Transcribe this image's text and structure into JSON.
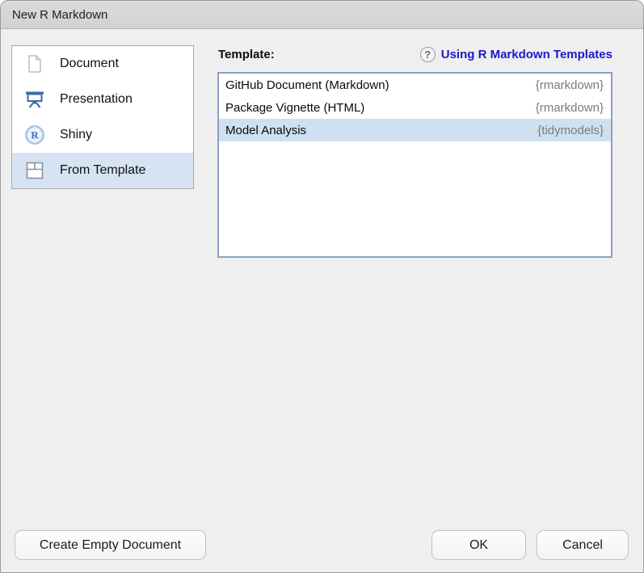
{
  "window": {
    "title": "New R Markdown"
  },
  "colors": {
    "selection_blue": "#d6e3f2",
    "list_selection_blue": "#cfe0f0",
    "list_border_blue": "#8aa0c4",
    "link_blue": "#1a1ac9",
    "titlebar_gray": "#d6d6d6",
    "dialog_bg": "#efefef"
  },
  "sidebar": {
    "items": [
      {
        "label": "Document",
        "icon": "document-icon",
        "selected": false
      },
      {
        "label": "Presentation",
        "icon": "presentation-icon",
        "selected": false
      },
      {
        "label": "Shiny",
        "icon": "shiny-icon",
        "selected": false
      },
      {
        "label": "From Template",
        "icon": "from-template-icon",
        "selected": true
      }
    ]
  },
  "templates": {
    "label": "Template:",
    "help_icon_glyph": "?",
    "help_link": "Using R Markdown Templates",
    "rows": [
      {
        "name": "GitHub Document (Markdown)",
        "package": "{rmarkdown}",
        "selected": false
      },
      {
        "name": "Package Vignette (HTML)",
        "package": "{rmarkdown}",
        "selected": false
      },
      {
        "name": "Model Analysis",
        "package": "{tidymodels}",
        "selected": true
      }
    ]
  },
  "footer": {
    "create_empty_label": "Create Empty Document",
    "ok_label": "OK",
    "cancel_label": "Cancel"
  }
}
